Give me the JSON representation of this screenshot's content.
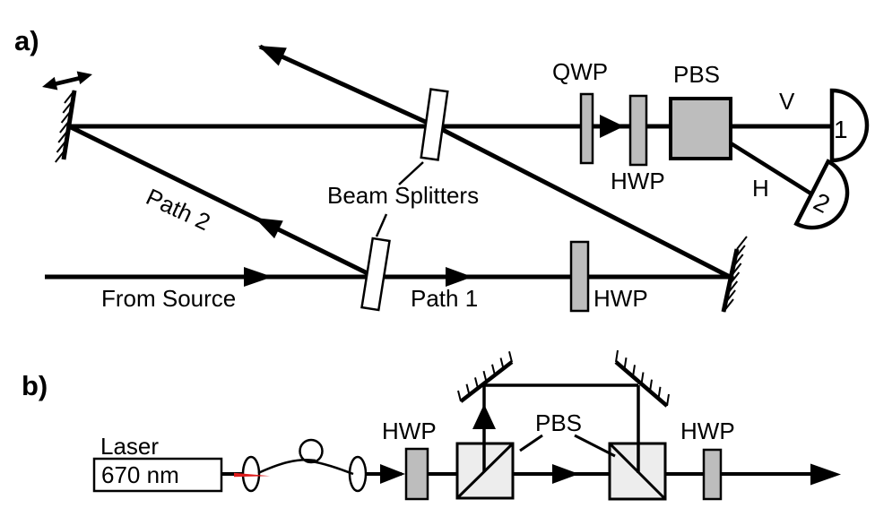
{
  "figure": {
    "type": "optics-experiment-schematic",
    "panels": [
      "a",
      "b"
    ]
  },
  "colors": {
    "element_gray": "#bdbdbd",
    "cube_gray": "#ededed",
    "beam_red": "#dd1c1c",
    "ink": "#000000",
    "background": "#ffffff"
  },
  "panel_a": {
    "label": "a)",
    "beam_splitters_label": "Beam Splitters",
    "qwp_label": "QWP",
    "hwp_top_label": "HWP",
    "pbs_label": "PBS",
    "v_label": "V",
    "h_label": "H",
    "detector1_label": "1",
    "detector2_label": "2",
    "path1_label": "Path 1",
    "path2_label": "Path 2",
    "from_source_label": "From Source",
    "hwp_bottom_label": "HWP"
  },
  "panel_b": {
    "label": "b)",
    "laser_label": "Laser",
    "laser_wavelength": "670 nm",
    "hwp_left_label": "HWP",
    "pbs_label": "PBS",
    "hwp_right_label": "HWP"
  }
}
